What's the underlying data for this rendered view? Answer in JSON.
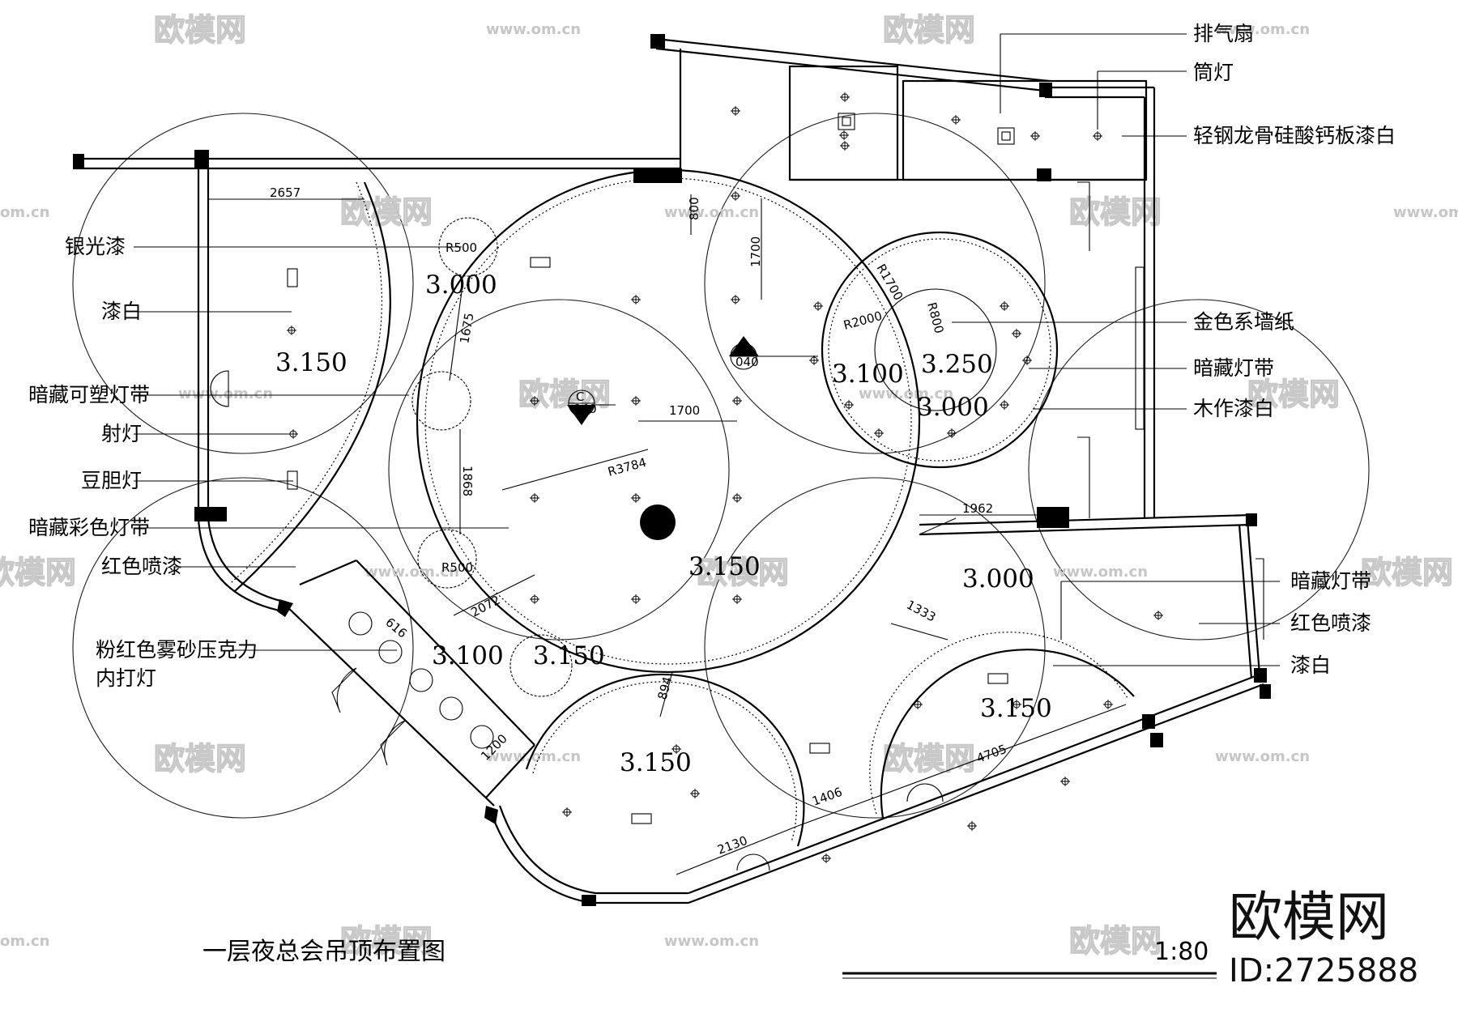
{
  "drawing": {
    "title": "一层夜总会吊顶布置图",
    "scale": "1:80"
  },
  "brand": {
    "name": "欧模网",
    "id": "ID:2725888"
  },
  "watermark": {
    "text": "欧模网",
    "url": "www.om.cn",
    "url_short": "om.cn"
  },
  "labels_left": [
    "银光漆",
    "漆白",
    "暗藏可塑灯带",
    "射灯",
    "豆胆灯",
    "暗藏彩色灯带",
    "红色喷漆",
    "粉红色雾砂压克力",
    "内打灯"
  ],
  "labels_right": [
    "排气扇",
    "筒灯",
    "轻钢龙骨硅酸钙板漆白",
    "金色系墙纸",
    "暗藏灯带",
    "木作漆白",
    "暗藏灯带",
    "红色喷漆",
    "漆白"
  ],
  "levels": [
    "3.000",
    "3.150",
    "3.100",
    "3.150",
    "3.250",
    "3.100",
    "3.000",
    "3.150",
    "3.000",
    "3.150",
    "3.150"
  ],
  "dimensions": [
    "2657",
    "800",
    "1700",
    "1675",
    "1700",
    "1868",
    "R3784",
    "2072",
    "616",
    "894",
    "1200",
    "2130",
    "1406",
    "4705",
    "1333",
    "1962"
  ],
  "radius_labels": [
    "R500",
    "R500",
    "R1700",
    "R800",
    "R2000"
  ],
  "section_marks": [
    {
      "letter": "C",
      "num": "040"
    },
    {
      "letter": "C",
      "num": "040"
    }
  ]
}
